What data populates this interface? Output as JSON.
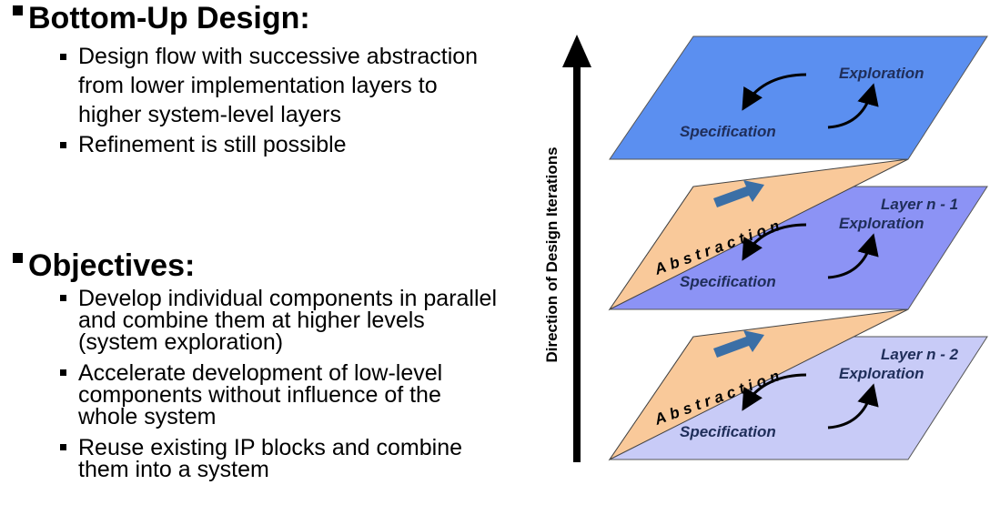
{
  "bottom_up": {
    "heading": "Bottom-Up Design:",
    "bullets": [
      "Design flow with successive abstraction from lower implementation layers to higher system-level layers",
      "Refinement is still possible"
    ]
  },
  "objectives": {
    "heading": "Objectives:",
    "bullets": [
      "Develop individual components in parallel and combine them at higher levels (system exploration)",
      "Accelerate development of low-level components without influence of the whole system",
      "Reuse existing IP blocks and combine them into a system"
    ]
  },
  "diagram": {
    "axis_label": "Direction of Design Iterations",
    "layers": [
      {
        "label": "",
        "exploration": "Exploration",
        "specification": "Specification",
        "color": "#5b8ff0"
      },
      {
        "label": "Layer  n - 1",
        "exploration": "Exploration",
        "specification": "Specification",
        "color": "#8c93f5"
      },
      {
        "label": "Layer n - 2",
        "exploration": "Exploration",
        "specification": "Specification",
        "color": "#c8cbf7"
      }
    ],
    "abstraction_labels": [
      "Abstraction",
      "Abstraction"
    ],
    "abstraction_color": "#f9c99a",
    "arrow_color": "#3b6fa6"
  }
}
